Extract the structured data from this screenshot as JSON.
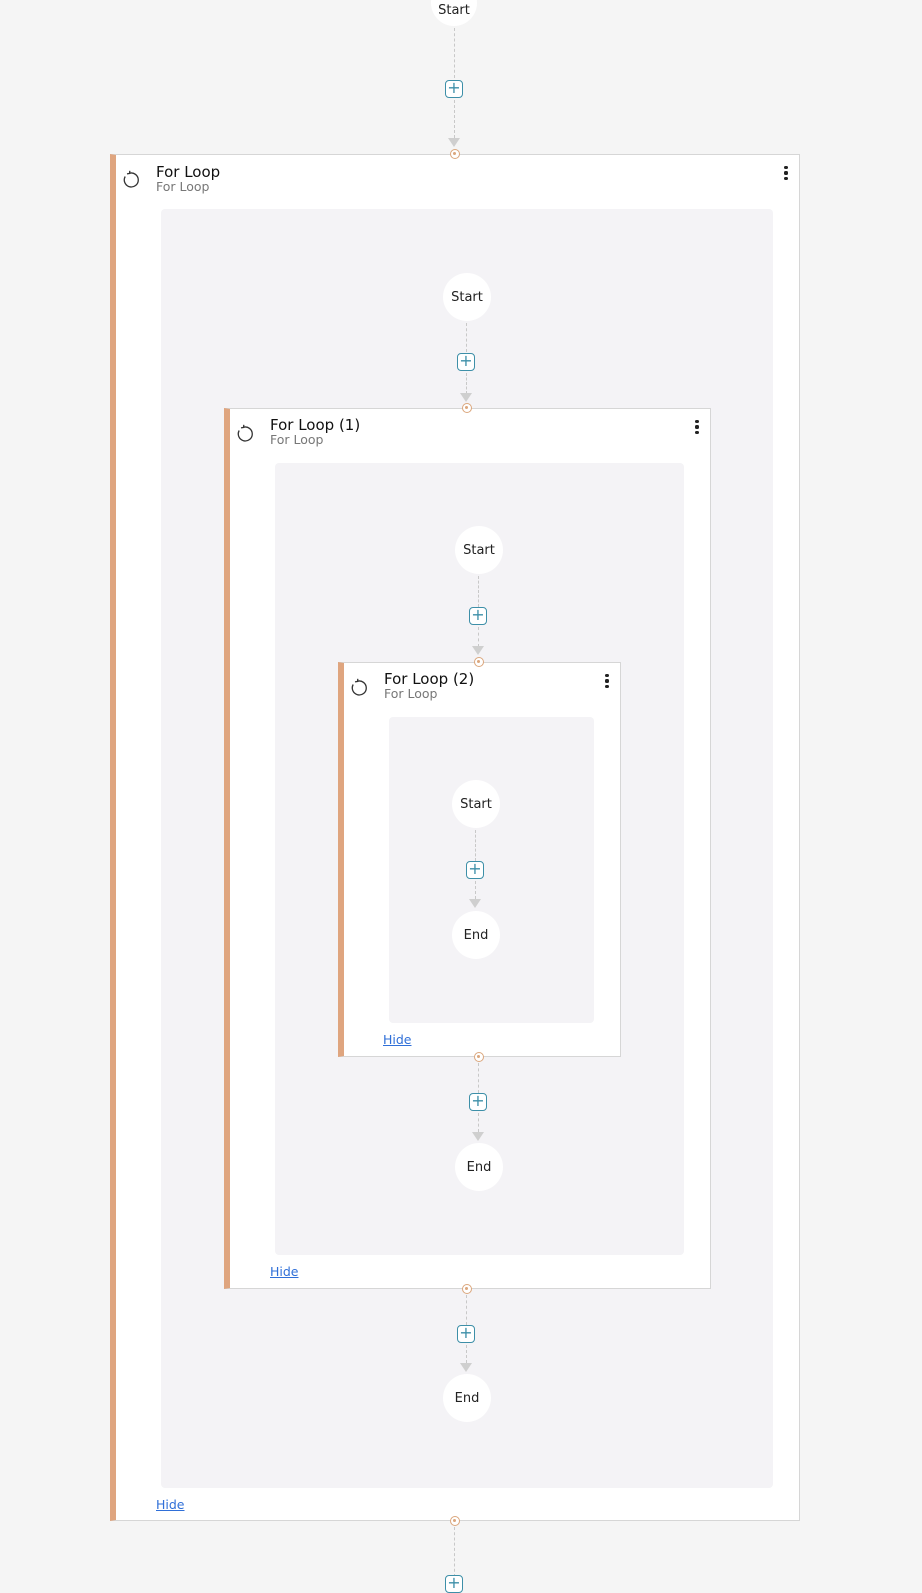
{
  "labels": {
    "start": "Start",
    "end": "End",
    "add": "+"
  },
  "loops": {
    "outer": {
      "title": "For Loop",
      "type": "For Loop",
      "hide_label": "Hide"
    },
    "middle": {
      "title": "For Loop (1)",
      "type": "For Loop",
      "hide_label": "Hide"
    },
    "inner": {
      "title": "For Loop (2)",
      "type": "For Loop",
      "hide_label": "Hide"
    }
  },
  "icons": {
    "loop": "loop-icon",
    "menu": "kebab-menu-icon",
    "add": "plus-icon",
    "arrow": "arrow-down-icon"
  },
  "colors": {
    "accent": "#dfa57f",
    "add_button": "#3d8fa8",
    "link": "#2f6fd8",
    "canvas": "#f5f5f5",
    "inner_canvas": "#f4f3f6"
  }
}
